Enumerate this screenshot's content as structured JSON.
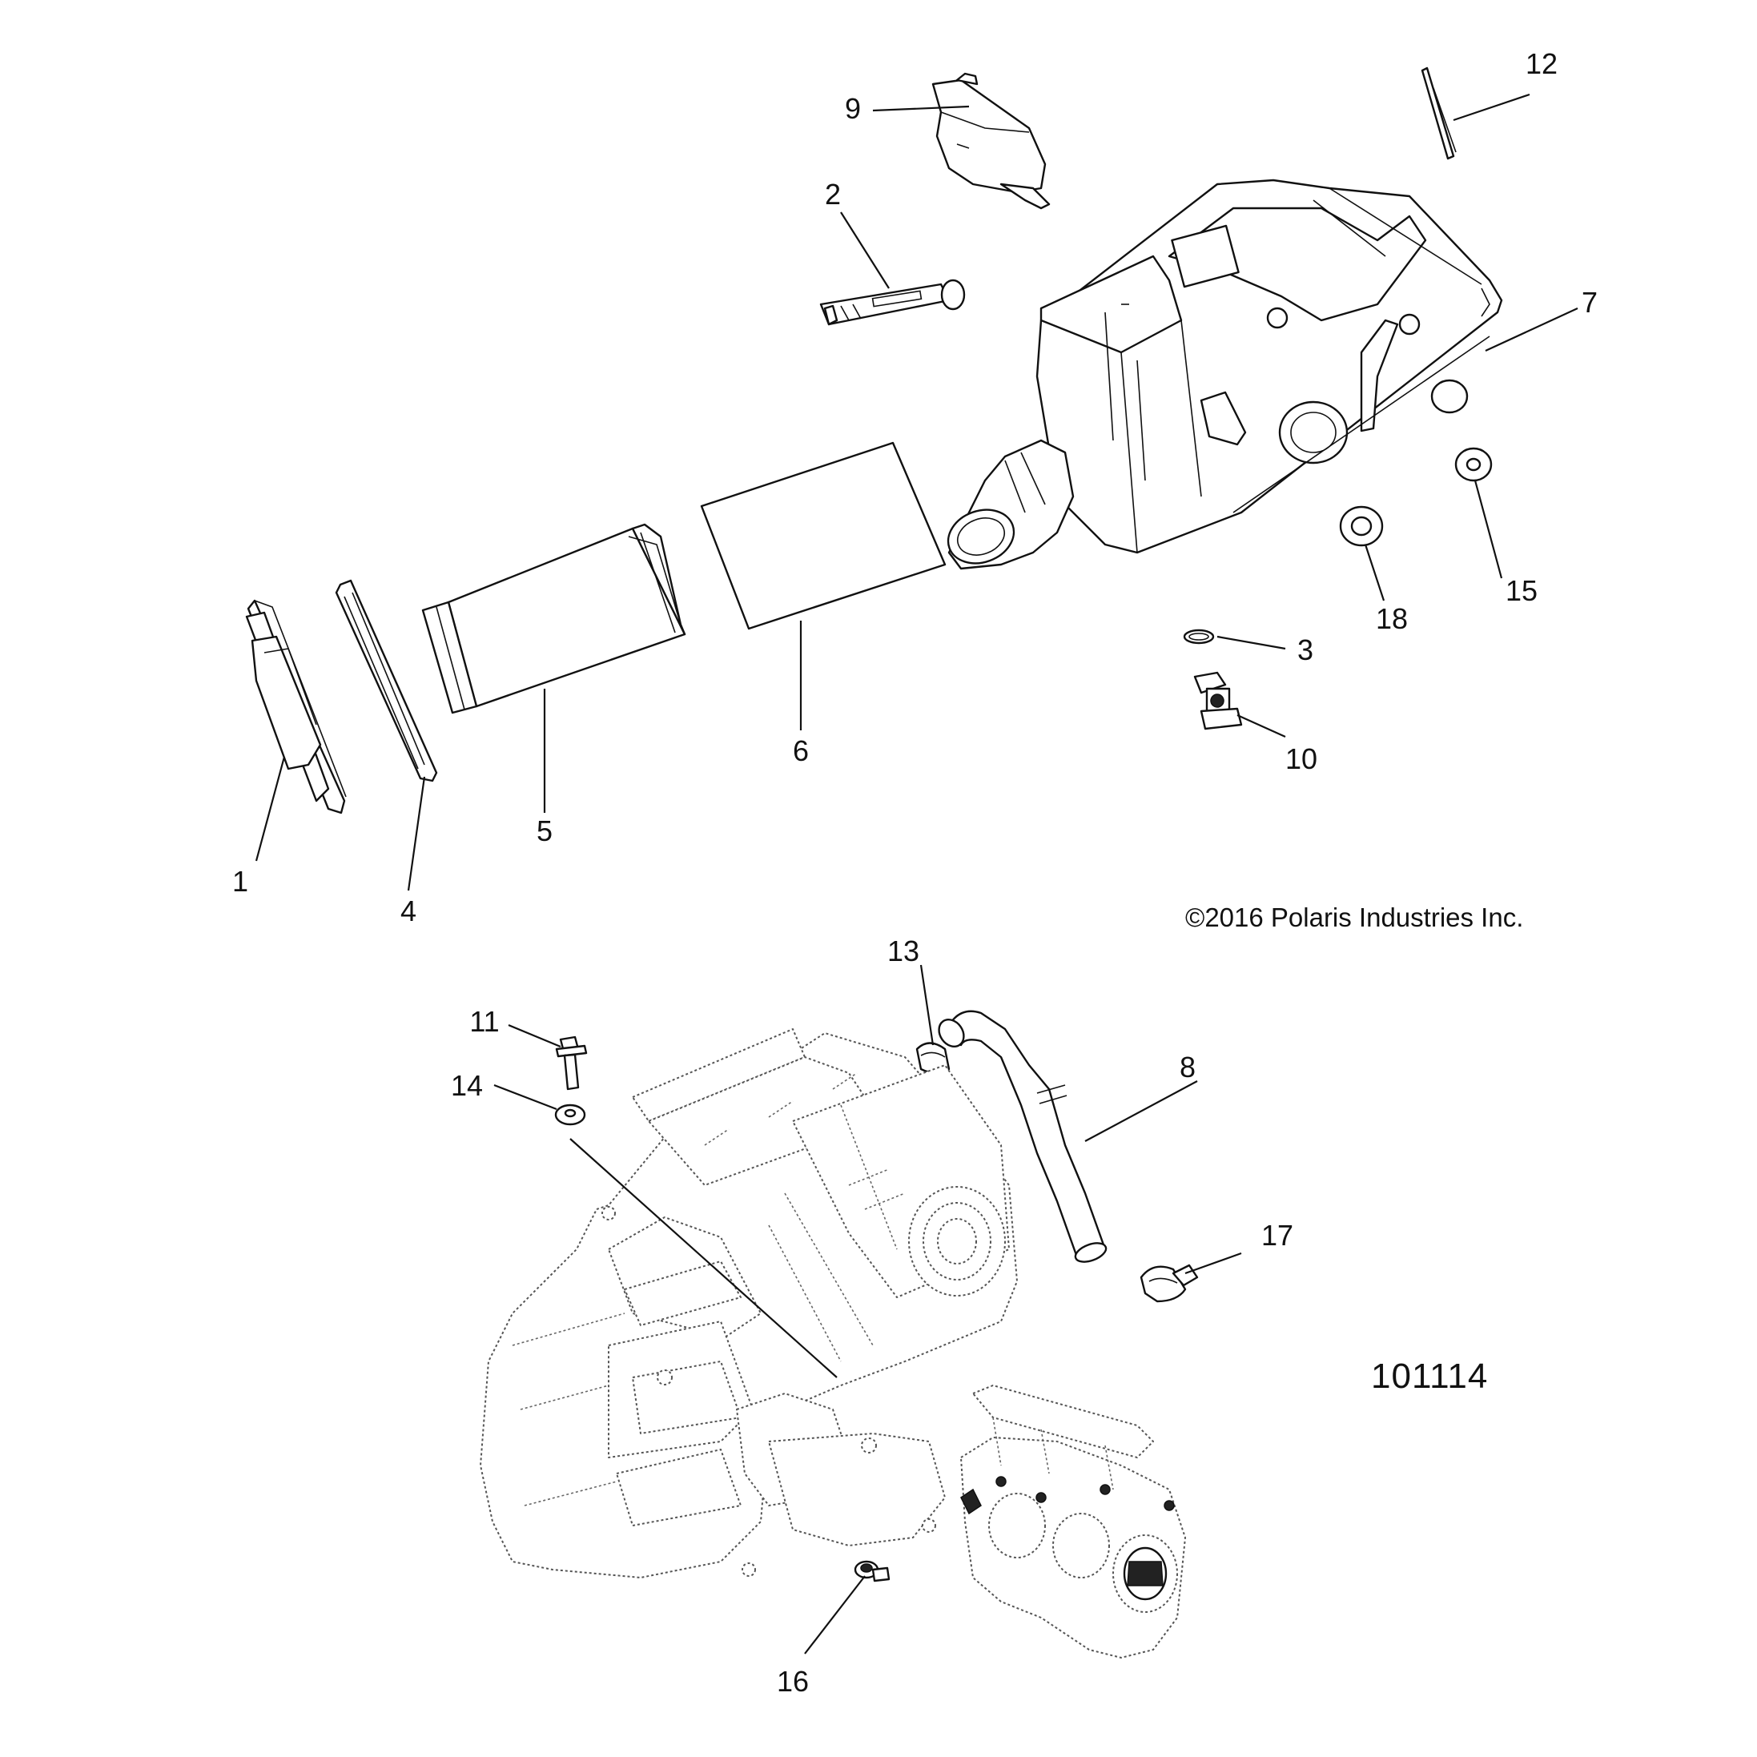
{
  "copyright": "©2016 Polaris Industries Inc.",
  "diagram_id": "101114",
  "callouts": {
    "c1": "1",
    "c2": "2",
    "c3": "3",
    "c4": "4",
    "c5": "5",
    "c6": "6",
    "c7": "7",
    "c8": "8",
    "c9": "9",
    "c10": "10",
    "c11": "11",
    "c12": "12",
    "c13": "13",
    "c14": "14",
    "c15": "15",
    "c16": "16",
    "c17": "17",
    "c18": "18"
  }
}
